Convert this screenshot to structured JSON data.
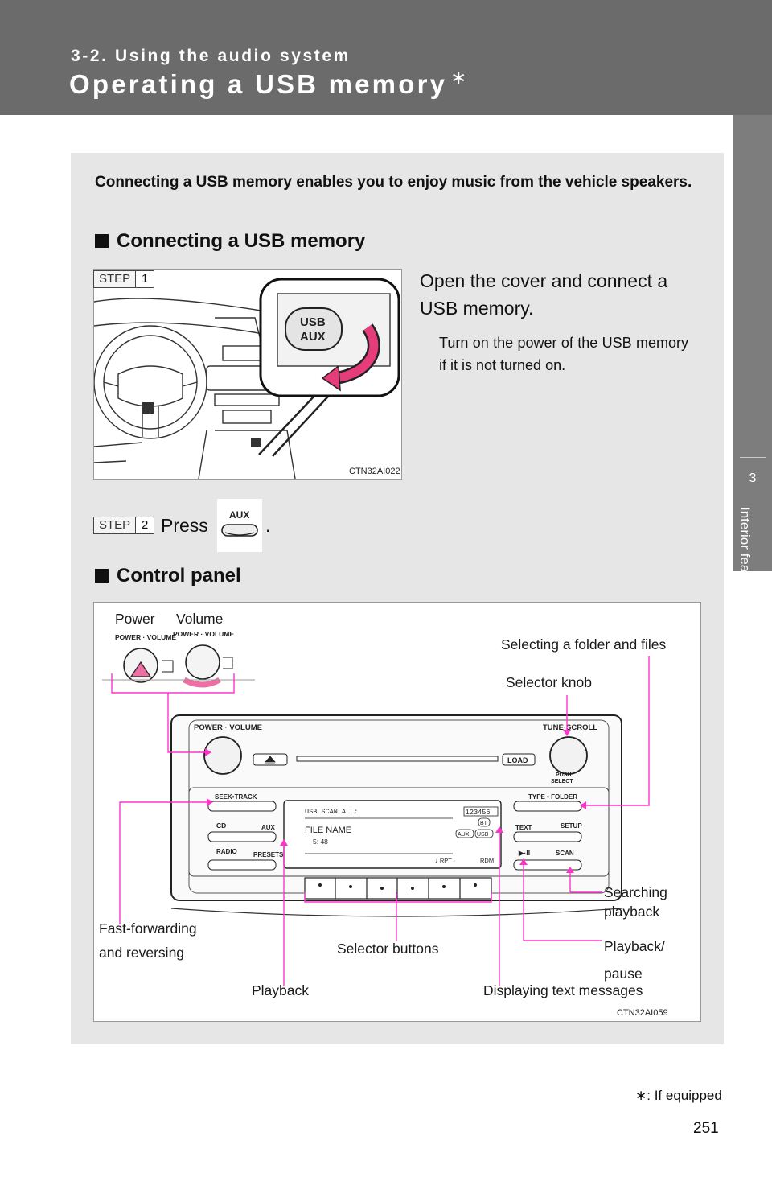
{
  "header": {
    "section": "3-2. Using the audio system",
    "title": "Operating a USB memory",
    "title_mark": "∗"
  },
  "side_tab": {
    "number": "3",
    "label": "Interior features"
  },
  "intro": "Connecting a USB memory enables you to enjoy music from the vehicle speakers.",
  "connecting": {
    "heading": "Connecting a USB memory",
    "step1": {
      "badge_word": "STEP",
      "badge_num": "1",
      "text": "Open the cover and connect a USB memory.",
      "sub": "Turn on the power of the USB memory if it is not turned on.",
      "figure_code": "CTN32AI022",
      "port_label_1": "USB",
      "port_label_2": "AUX"
    },
    "step2": {
      "badge_word": "STEP",
      "badge_num": "2",
      "text_before": "Press",
      "text_after": ".",
      "button_label": "AUX"
    }
  },
  "control_panel": {
    "heading": "Control panel",
    "figure_code": "CTN32AI059",
    "callouts": {
      "power": "Power",
      "volume": "Volume",
      "selecting_folder": "Selecting a folder and files",
      "selector_knob": "Selector knob",
      "searching_1": "Searching",
      "searching_2": "playback",
      "fast_1": "Fast-forwarding",
      "fast_2": "and reversing",
      "selector_buttons": "Selector buttons",
      "playpause_1": "Playback/",
      "playpause_2": "pause",
      "playback": "Playback",
      "displaying_text": "Displaying text messages"
    },
    "unit": {
      "power_volume": "POWER · VOLUME",
      "tune_scroll": "TUNE·SCROLL",
      "load": "LOAD",
      "push_select_1": "PUSH",
      "push_select_2": "SELECT",
      "seek_track": "SEEK•TRACK",
      "type_folder": "TYPE • FOLDER",
      "cd": "CD",
      "aux": "AUX",
      "text": "TEXT",
      "setup": "SETUP",
      "radio": "RADIO",
      "presets": "PRESETS",
      "play_pause_glyph": "▶·II",
      "scan": "SCAN",
      "display_line1": "USB SCAN ALL:",
      "display_file": "FILE NAME",
      "display_time": "5: 48",
      "display_presets": [
        "1",
        "2",
        "3",
        "4",
        "5",
        "6"
      ],
      "display_bt": "BT",
      "display_aux": "AUX",
      "display_usb": "USB",
      "display_rpt": "♪ RPT ·",
      "display_rdm": "RDM"
    }
  },
  "footnote": "∗: If equipped",
  "page_number": "251",
  "colors": {
    "header": "#6b6b6b",
    "panel": "#e6e6e6",
    "callout": "#ff33cc"
  }
}
